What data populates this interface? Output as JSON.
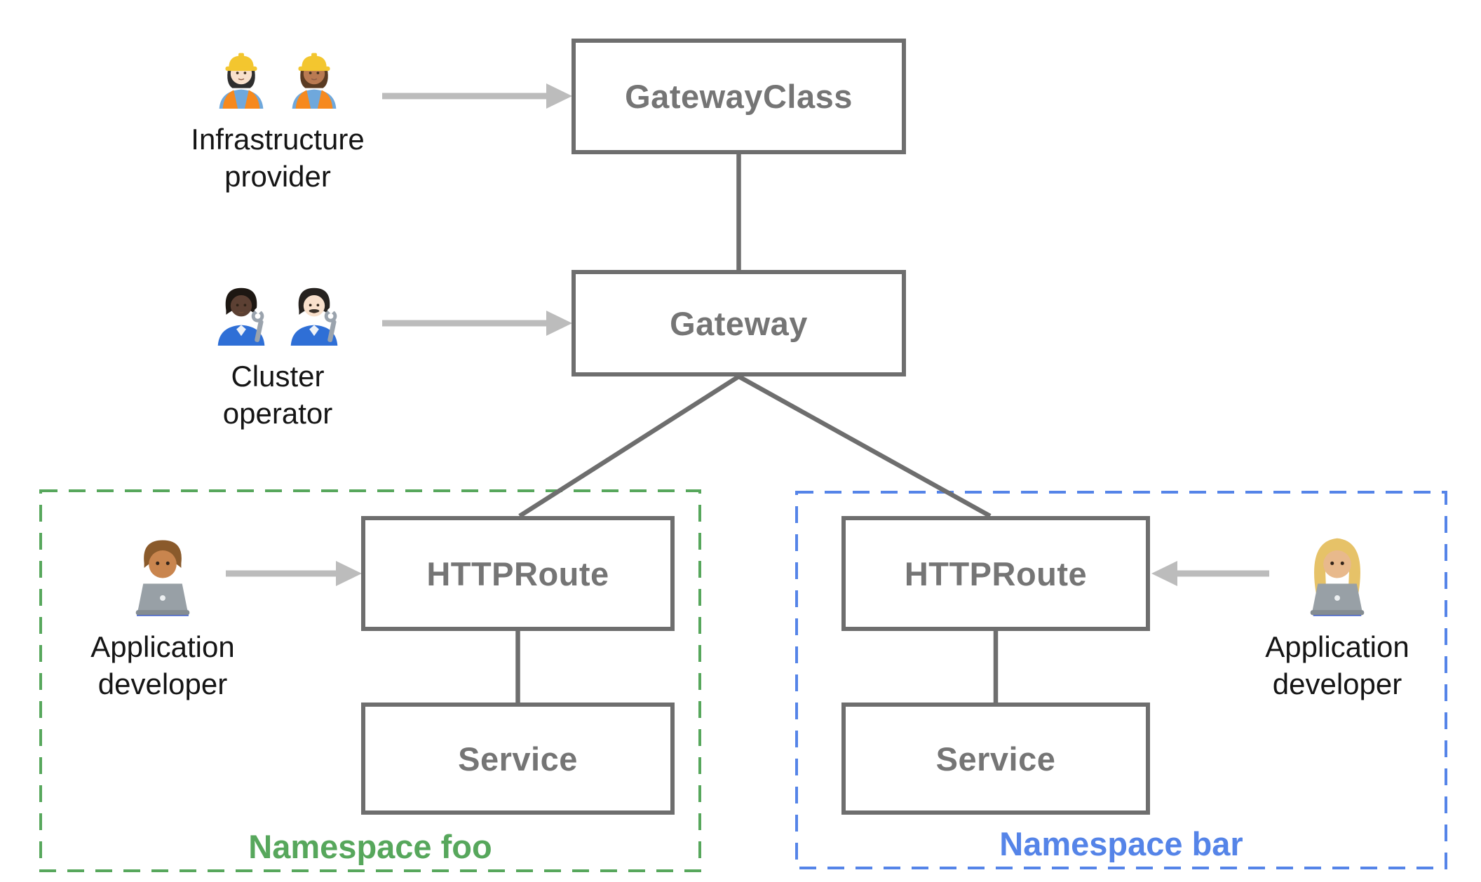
{
  "diagram": {
    "nodes": {
      "gatewayclass": {
        "label": "GatewayClass"
      },
      "gateway": {
        "label": "Gateway"
      },
      "httproute_foo": {
        "label": "HTTPRoute"
      },
      "service_foo": {
        "label": "Service"
      },
      "httproute_bar": {
        "label": "HTTPRoute"
      },
      "service_bar": {
        "label": "Service"
      }
    },
    "edges": [
      [
        "GatewayClass",
        "Gateway"
      ],
      [
        "Gateway",
        "HTTPRoute (namespace foo)"
      ],
      [
        "Gateway",
        "HTTPRoute (namespace bar)"
      ],
      [
        "HTTPRoute (namespace foo)",
        "Service (namespace foo)"
      ],
      [
        "HTTPRoute (namespace bar)",
        "Service (namespace bar)"
      ]
    ],
    "namespaces": {
      "foo": {
        "label": "Namespace foo",
        "color": "#57a75c"
      },
      "bar": {
        "label": "Namespace bar",
        "color": "#5584e8"
      }
    },
    "personas": {
      "infrastructure_provider": {
        "label": "Infrastructure provider",
        "emoji": "👷🏻‍♀️ 👷🏽‍♀️",
        "icons": [
          "woman-construction-worker-light",
          "woman-construction-worker-medium"
        ],
        "points_to": "GatewayClass"
      },
      "cluster_operator": {
        "label": "Cluster operator",
        "emoji": "🧑🏿‍🔧 👨🏻‍🔧",
        "icons": [
          "mechanic-dark",
          "man-mechanic-light"
        ],
        "points_to": "Gateway"
      },
      "app_developer_foo": {
        "label": "Application developer",
        "emoji": "👨🏽‍💻",
        "icons": [
          "man-technologist-medium"
        ],
        "points_to": "HTTPRoute (namespace foo)"
      },
      "app_developer_bar": {
        "label": "Application developer",
        "emoji": "👩🏼‍💻",
        "icons": [
          "woman-technologist-blonde"
        ],
        "points_to": "HTTPRoute (namespace bar)"
      }
    },
    "colors": {
      "border": "#6e6e6e",
      "boxtext": "#757575",
      "connector": "#6e6e6e",
      "arrow": "#bcbcbc",
      "text": "#151515"
    }
  }
}
